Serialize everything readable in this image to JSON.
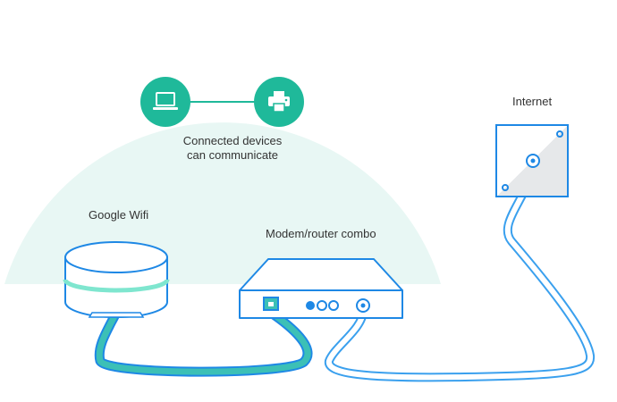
{
  "labels": {
    "connected_line1": "Connected devices",
    "connected_line2": "can communicate",
    "google_wifi": "Google Wifi",
    "modem_router": "Modem/router combo",
    "internet": "Internet"
  },
  "icons": {
    "laptop": "laptop-icon",
    "printer": "printer-icon"
  },
  "colors": {
    "halo": "#E8F7F4",
    "teal": "#1FB99A",
    "teal_glow": "#7FE6CF",
    "outline": "#1E88E5",
    "cable_blue": "#3AA0EE",
    "cable_teal": "#3CC0B6",
    "device_fill": "#FFFFFF",
    "text": "#333333"
  }
}
